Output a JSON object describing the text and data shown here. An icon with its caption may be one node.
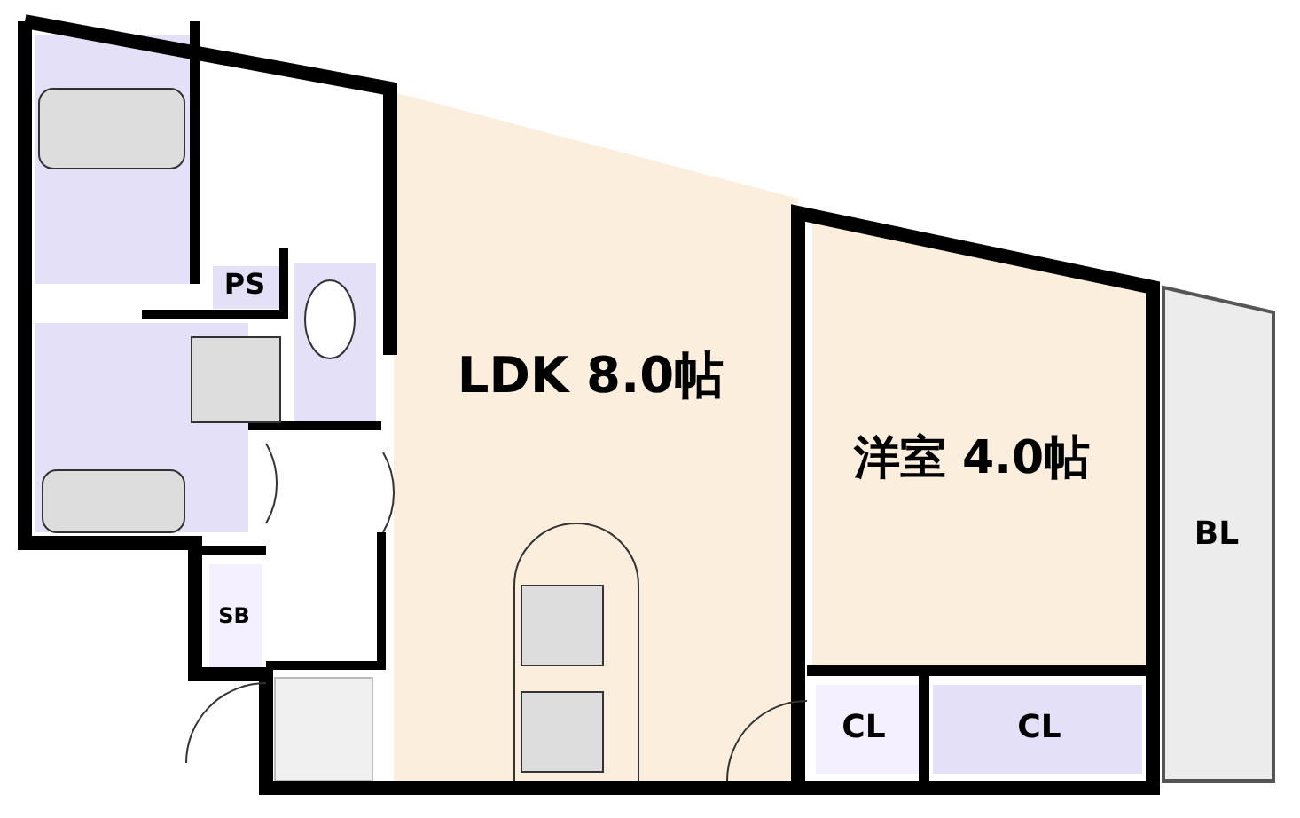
{
  "diagram": {
    "nodes": [
      {
        "text": [
          "LDK 8.0帖"
        ]
      },
      {
        "text": [
          "洋室 4.0帖"
        ]
      },
      {
        "text": [
          "PS"
        ]
      },
      {
        "text": [
          "SB"
        ]
      },
      {
        "text": [
          "CL"
        ]
      },
      {
        "text": [
          "CL"
        ]
      },
      {
        "text": [
          "BL"
        ]
      }
    ]
  }
}
